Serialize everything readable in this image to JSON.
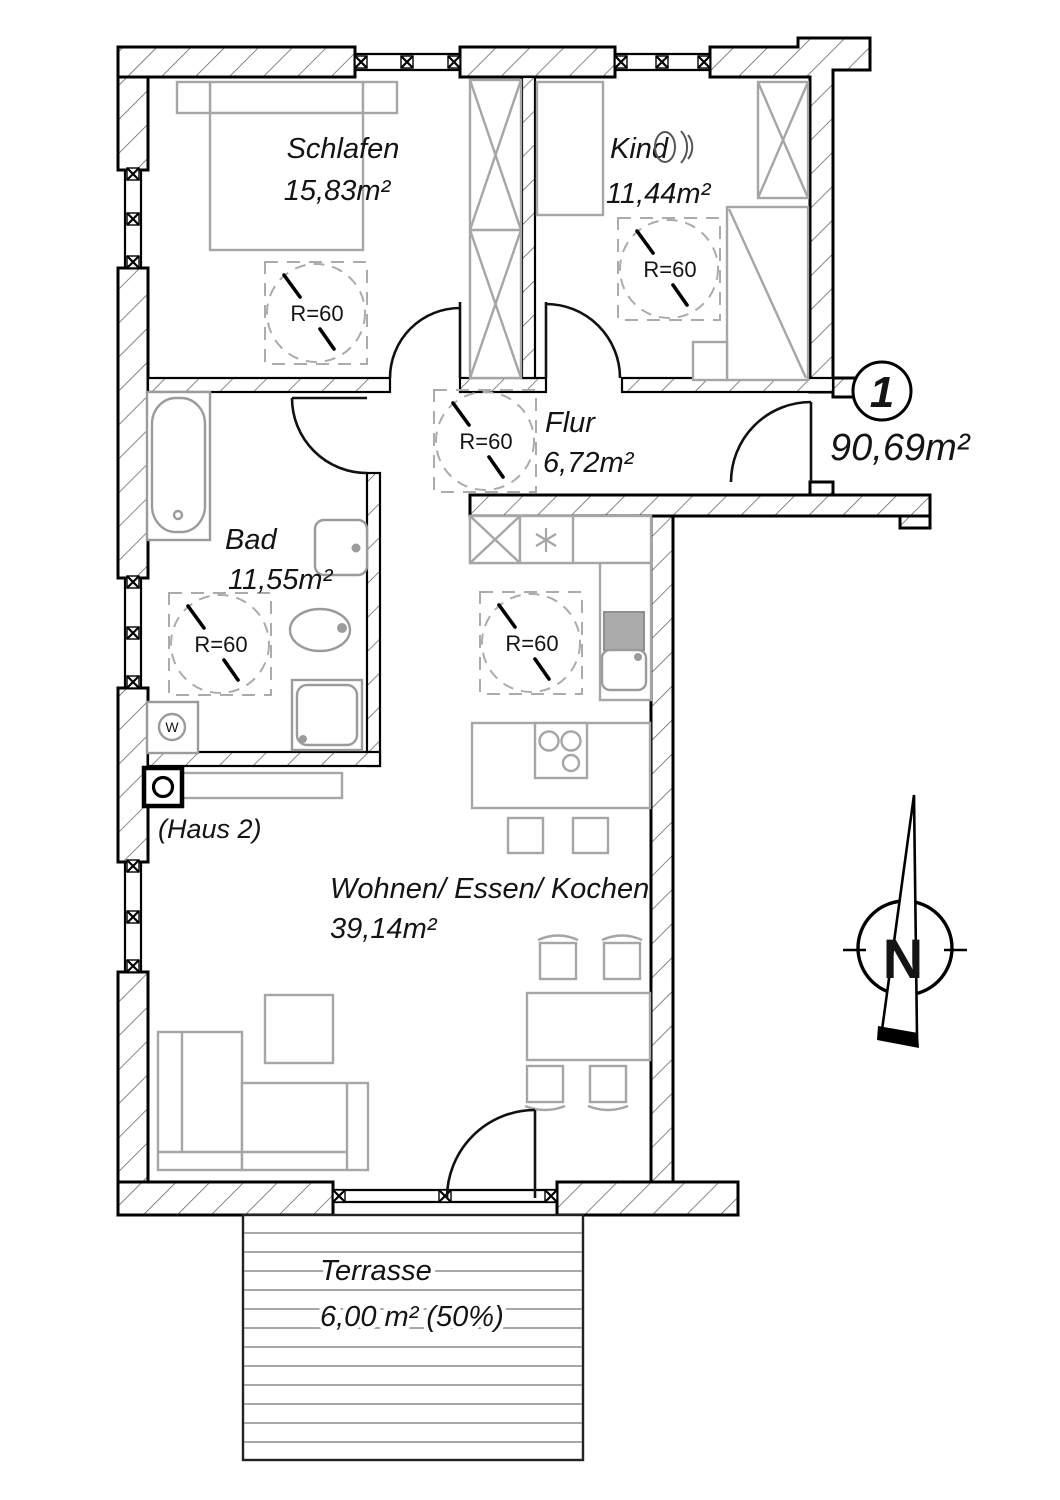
{
  "plan": {
    "unit": {
      "number": "1",
      "total_area": "90,69m²"
    },
    "labels": {
      "haus": "(Haus 2)",
      "r60": "R=60",
      "north": "N",
      "washer": "W"
    },
    "rooms": {
      "schlafen": {
        "name": "Schlafen",
        "area": "15,83m²"
      },
      "kind": {
        "name": "Kind",
        "area": "11,44m²"
      },
      "flur": {
        "name": "Flur",
        "area": "6,72m²"
      },
      "bad": {
        "name": "Bad",
        "area": "11,55m²"
      },
      "wohnen": {
        "name": "Wohnen/ Essen/ Kochen",
        "area": "39,14m²"
      },
      "terrasse": {
        "name": "Terrasse",
        "area": "6,00 m² (50%)"
      }
    },
    "colors": {
      "ink": "#141414",
      "furniture_gray": "#a6a6a6",
      "hatch_gray": "#606060"
    }
  }
}
